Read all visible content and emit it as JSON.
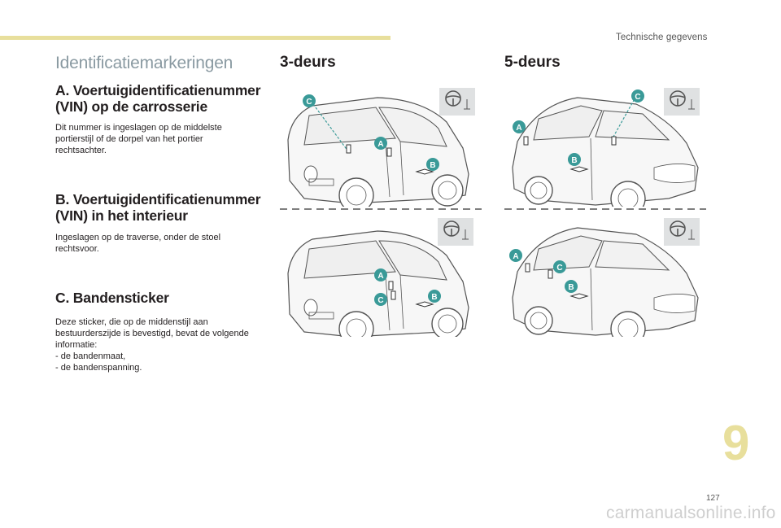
{
  "header": {
    "chapter_title": "Technische gegevens"
  },
  "main_title": "Identificatiemarkeringen",
  "sections": [
    {
      "title_line1": "A. Voertuigidentificatienummer",
      "title_line2": "(VIN) op de carrosserie",
      "body_line1": "Dit nummer is ingeslagen op de middelste",
      "body_line2": "portierstijl of de dorpel van het portier",
      "body_line3": "rechtsachter."
    },
    {
      "title_line1": "B. Voertuigidentificatienummer",
      "title_line2": "(VIN) in het interieur",
      "body_line1": "Ingeslagen op de traverse, onder de stoel",
      "body_line2": "rechtsvoor."
    },
    {
      "title_line1": "C. Bandensticker",
      "body_line1": "Deze sticker, die op de middenstijl aan",
      "body_line2": "bestuurderszijde is bevestigd, bevat de volgende",
      "body_line3": "informatie:",
      "list": [
        "-   de bandenmaat,",
        "-   de bandenspanning."
      ]
    }
  ],
  "columns": {
    "three_door": "3-deurs",
    "five_door": "5-deurs"
  },
  "markers": {
    "a": "A",
    "b": "B",
    "c": "C"
  },
  "colors": {
    "marker": "#3a9a98",
    "accent": "#e8df9c",
    "title_grey": "#8a9aa2",
    "line": "#555555"
  },
  "footer": {
    "chapter_number": "9",
    "page_number": "127",
    "watermark": "carmanualsonline.info"
  }
}
